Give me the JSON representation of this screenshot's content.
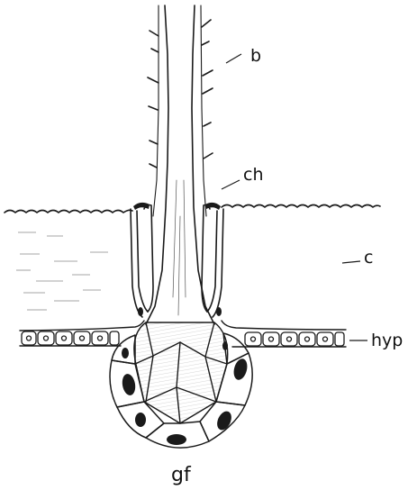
{
  "labels": {
    "b": "b",
    "ch": "ch",
    "c": "c",
    "hyp": "hyp",
    "gf": "gf"
  }
}
